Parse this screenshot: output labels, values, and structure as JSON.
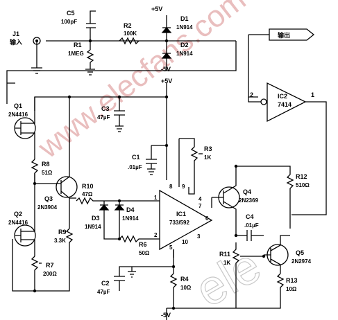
{
  "labels": {
    "J1": "J1",
    "input": "输入",
    "C5": "C5",
    "C5v": "100pF",
    "R2": "R2",
    "R2v": "100K",
    "R1": "R1",
    "R1v": "1MEG",
    "D1": "D1",
    "D1v": "1N914",
    "D2": "D2",
    "D2v": "1N914",
    "p5v_top": "+5V",
    "n5v_mid": "-5V",
    "p5v_mid": "+5V",
    "n5v_bot": "-5V",
    "output": "输出",
    "IC2": "IC2",
    "IC2v": "7414",
    "pin2": "2",
    "pin1": "1",
    "Q1": "Q1",
    "Q1v": "2N4416",
    "C3": "C3",
    "C3v": "47µF",
    "R8": "R8",
    "R8v": "51Ω",
    "Q3": "Q3",
    "Q3v": "2N3904",
    "R10": "R10",
    "R10v": "47Ω",
    "C1": "C1",
    "C1v": ".01µF",
    "R3": "R3",
    "R3v": "1K",
    "Q4": "Q4",
    "Q4v": "2N2369",
    "R12": "R12",
    "R12v": "510Ω",
    "Q2": "Q2",
    "Q2v": "2N4416",
    "D3": "D3",
    "D3v": "1N914",
    "D4": "D4",
    "D4v": "1N914",
    "IC1": "IC1",
    "IC1v": "733/592",
    "C4": "C4",
    "C4v": ".01µF",
    "R9": "R9",
    "R9v": "3.3K",
    "R6": "R6",
    "R6v": "50Ω",
    "R11": "R11",
    "R11v": "1K",
    "Q5": "Q5",
    "Q5v": "2N2974",
    "R7": "R7",
    "R7v": "200Ω",
    "C2": "C2",
    "C2v": "47µF",
    "R4": "R4",
    "R4v": "10Ω",
    "R13": "R13",
    "R13v": "10Ω",
    "ic1pin8": "8",
    "ic1pin9": "9",
    "ic1pin7": "7",
    "ic1pin1": "1",
    "ic1pin2": "2",
    "ic1pin5": "5",
    "ic1pin10": "10",
    "ic1pin3": "3",
    "ic1pin4": "4",
    "ic1pin6": "6",
    "ic1pin8b": "8"
  },
  "watermark": "www.elecfans.com"
}
